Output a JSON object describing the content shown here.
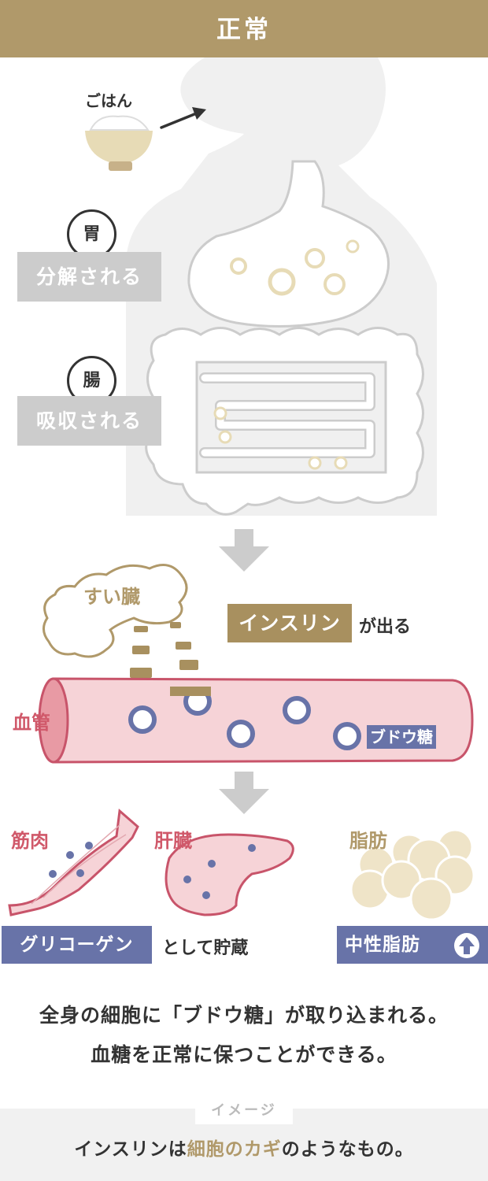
{
  "header": {
    "title": "正常"
  },
  "food": {
    "label": "ごはん"
  },
  "stomach": {
    "organ": "胃",
    "action": "分解される"
  },
  "intestine": {
    "organ": "腸",
    "action": "吸収される"
  },
  "pancreas": {
    "label": "すい臓"
  },
  "insulin": {
    "tag": "インスリン",
    "suffix": "が出る"
  },
  "vessel": {
    "label": "血管",
    "glucose_label": "ブドウ糖"
  },
  "targets": {
    "muscle": {
      "label": "筋肉"
    },
    "liver": {
      "label": "肝臓"
    },
    "fat": {
      "label": "脂肪"
    },
    "glycogen_tag": "グリコーゲン",
    "glycogen_suffix": "として貯蔵",
    "fat_tag": "中性脂肪"
  },
  "summary": {
    "line1": "全身の細胞に「ブドウ糖」が取り込まれる。",
    "line2": "血糖を正常に保つことができる。"
  },
  "image_note": {
    "label": "イメージ",
    "text_before": "インスリンは",
    "text_highlight_1": "細胞の",
    "text_highlight_2": "カギ",
    "text_after": "のようなもの。"
  },
  "colors": {
    "header": "#b0996a",
    "gold": "#a8905f",
    "blue": "#6873a8",
    "pink": "#f6d3d7",
    "pink_stroke": "#c8546a",
    "body_gray": "#f0f0f0",
    "tag_gray": "#cccccc"
  },
  "icons": {
    "arrow": "arrow-right-icon",
    "down": "down-arrow-icon",
    "fat_up": "arrow-up-circle-icon"
  }
}
